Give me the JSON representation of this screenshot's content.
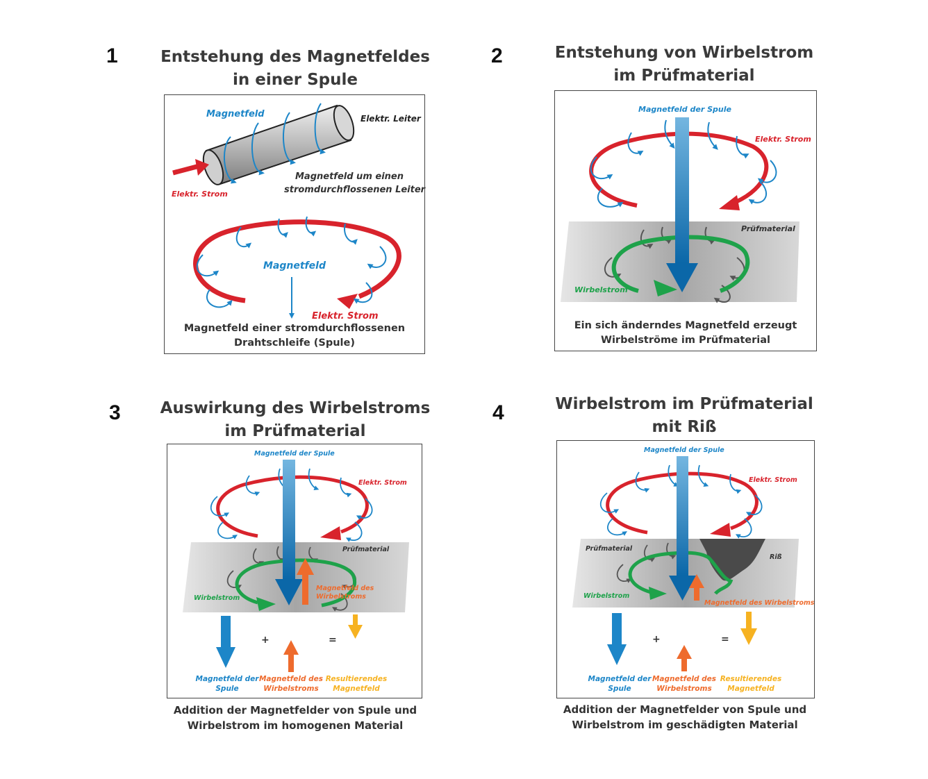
{
  "panel1": {
    "number": "1",
    "title_line1": "Entstehung des Magnetfeldes",
    "title_line2": "in einer Spule",
    "label_magnetfeld_top": "Magnetfeld",
    "label_leiter": "Elektr. Leiter",
    "label_strom_top": "Elektr. Strom",
    "desc_line1": "Magnetfeld um einen",
    "desc_line2": "stromdurchflossenen Leiter",
    "label_magnetfeld_loop": "Magnetfeld",
    "label_strom_loop": "Elektr. Strom",
    "caption_line1": "Magnetfeld einer stromdurchflossenen",
    "caption_line2": "Drahtschleife (Spule)"
  },
  "panel2": {
    "number": "2",
    "title_line1": "Entstehung von Wirbelstrom",
    "title_line2": "im Prüfmaterial",
    "label_magnetfeld": "Magnetfeld der Spule",
    "label_strom": "Elektr. Strom",
    "label_material": "Prüfmaterial",
    "label_wirbel": "Wirbelstrom",
    "caption_line1": "Ein sich änderndes Magnetfeld erzeugt",
    "caption_line2": "Wirbelströme im Prüfmaterial"
  },
  "panel3": {
    "number": "3",
    "title_line1": "Auswirkung des Wirbelstroms",
    "title_line2": "im Prüfmaterial",
    "label_magnetfeld": "Magnetfeld der Spule",
    "label_strom": "Elektr. Strom",
    "label_material": "Prüfmaterial",
    "label_wirbel": "Wirbelstrom",
    "label_mf_wirbel_1": "Magnetfeld des",
    "label_mf_wirbel_2": "Wirbelstroms",
    "plus": "+",
    "equals": "=",
    "legend_spule_1": "Magnetfeld der",
    "legend_spule_2": "Spule",
    "legend_wirbel_1": "Magnetfeld des",
    "legend_wirbel_2": "Wirbelstroms",
    "legend_result_1": "Resultierendes",
    "legend_result_2": "Magnetfeld",
    "caption_line1": "Addition der Magnetfelder von Spule und",
    "caption_line2": "Wirbelstrom im homogenen Material"
  },
  "panel4": {
    "number": "4",
    "title_line1": "Wirbelstrom im Prüfmaterial",
    "title_line2": "mit Riß",
    "label_magnetfeld": "Magnetfeld der Spule",
    "label_strom": "Elektr. Strom",
    "label_material": "Prüfmaterial",
    "label_riss": "Riß",
    "label_wirbel": "Wirbelstrom",
    "label_mf_wirbel": "Magnetfeld des Wirbelstroms",
    "plus": "+",
    "equals": "=",
    "legend_spule_1": "Magnetfeld der",
    "legend_spule_2": "Spule",
    "legend_wirbel_1": "Magnetfeld des",
    "legend_wirbel_2": "Wirbelstroms",
    "legend_result_1": "Resultierendes",
    "legend_result_2": "Magnetfeld",
    "caption_line1": "Addition der Magnetfelder von Spule und",
    "caption_line2": "Wirbelstrom im geschädigten Material"
  },
  "colors": {
    "blue": "#1d86c8",
    "red": "#d8232c",
    "green": "#1ea24a",
    "orange": "#ee6b2d",
    "yellow": "#f6b221",
    "grey_material": "#b8b8b8"
  }
}
